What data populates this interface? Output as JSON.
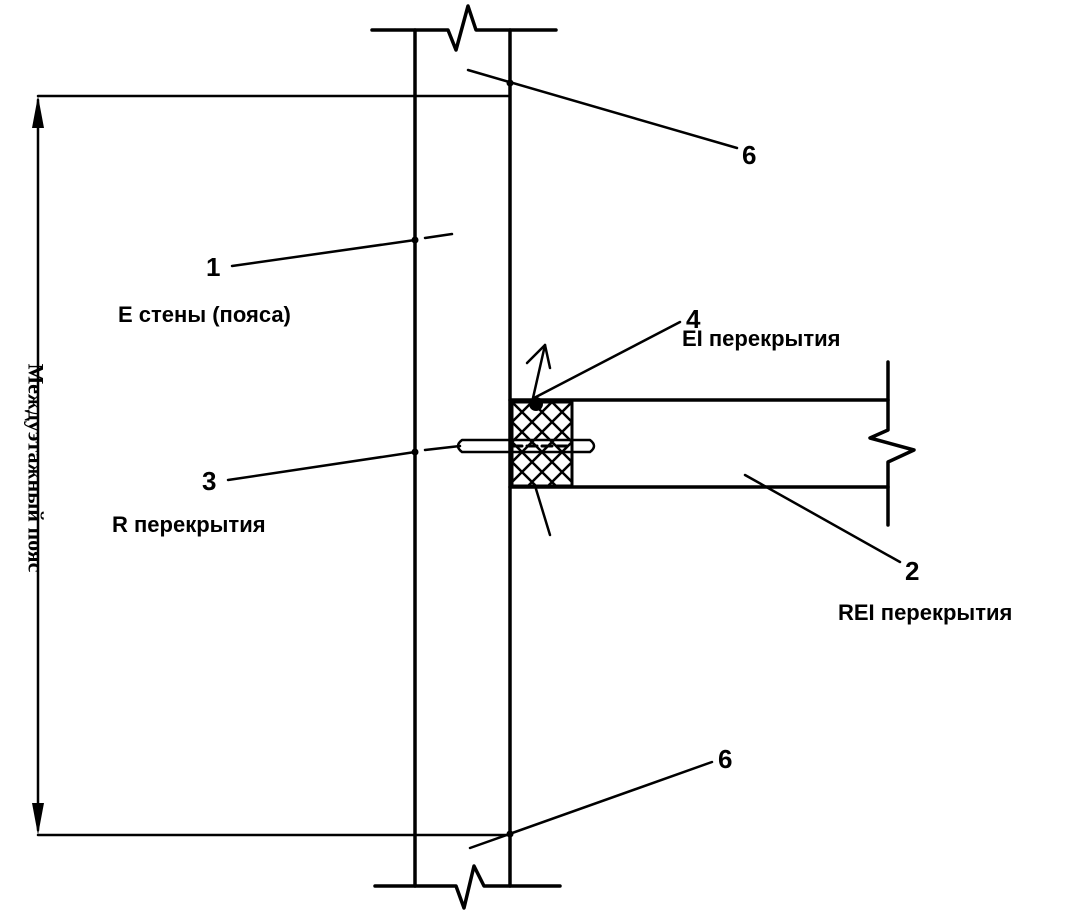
{
  "diagram": {
    "type": "technical-section-drawing",
    "dimension_label": "Междуэтажный пояс",
    "callouts": [
      {
        "number": "1",
        "label": "E стены (пояса)"
      },
      {
        "number": "2",
        "label": "REI перекрытия"
      },
      {
        "number": "3",
        "label": "R перекрытия"
      },
      {
        "number": "4",
        "label": "EI перекрытия"
      },
      {
        "number": "6",
        "label": ""
      },
      {
        "number": "6",
        "label": ""
      }
    ],
    "colors": {
      "line": "#000000",
      "background": "#ffffff"
    }
  }
}
